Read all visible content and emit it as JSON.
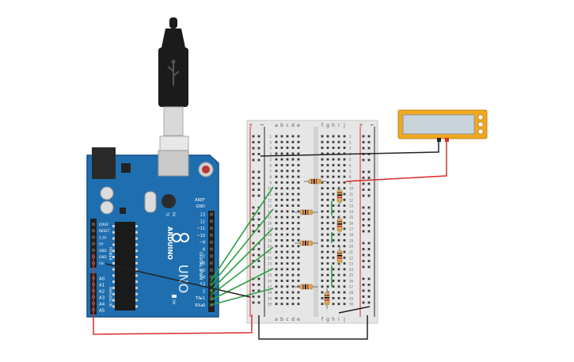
{
  "arduino": {
    "brand": "ARDUINO",
    "model": "UNO",
    "digital_label": "DIGITAL (PWM ~)",
    "power_label": "POWER",
    "analog_label": "ANALOG IN",
    "tx_label": "TX",
    "rx_label": "RX",
    "on_label": "ON",
    "l_label": "L",
    "aref": "AREF",
    "gnd": "GND",
    "digital_pins": [
      "13",
      "12",
      "~11",
      "~10",
      "~9",
      "8",
      "7",
      "~6",
      "~5",
      "4",
      "~3",
      "2",
      "TX▸1",
      "RX◂0"
    ],
    "power_pins": [
      "IOREF",
      "RESET",
      "3.3V",
      "5V",
      "GND",
      "GND",
      "Vin"
    ],
    "analog_pins": [
      "A0",
      "A1",
      "A2",
      "A3",
      "A4",
      "A5"
    ]
  },
  "breadboard": {
    "columns_left": [
      "a",
      "b",
      "c",
      "d",
      "e"
    ],
    "columns_right": [
      "f",
      "g",
      "h",
      "i",
      "j"
    ],
    "rail_plus": "+",
    "rail_minus": "−",
    "rows": [
      "1",
      "2",
      "3",
      "4",
      "5",
      "6",
      "7",
      "8",
      "9",
      "10",
      "11",
      "12",
      "13",
      "14",
      "15",
      "16",
      "17",
      "18",
      "19",
      "20",
      "21",
      "22",
      "23",
      "24",
      "25",
      "26",
      "27",
      "28",
      "29",
      "30"
    ]
  },
  "multimeter": {
    "display": "",
    "mode_icons": [
      "voltage-icon",
      "current-icon",
      "resistance-icon"
    ]
  },
  "colors": {
    "board": "#1f6fb0",
    "breadboard": "#e6e6e6",
    "wire_green": "#2ea043",
    "wire_red": "#d62c2c",
    "wire_black": "#222222",
    "meter": "#f0a820"
  }
}
